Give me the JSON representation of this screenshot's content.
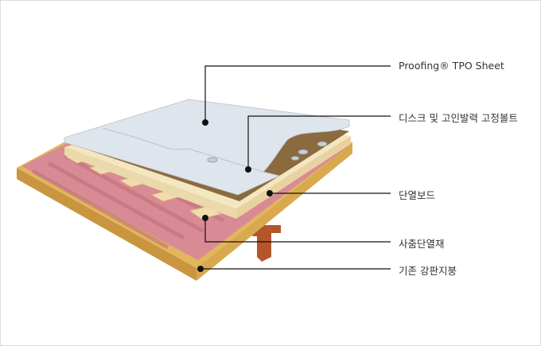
{
  "labels": {
    "tpo_sheet": "Proofing® TPO Sheet",
    "disc_bolt": "디스크 및 고인발력 고정볼트",
    "insulation_board": "단열보드",
    "filler_insulation": "사춤단열재",
    "existing_roof": "기존 강판지붕"
  },
  "colors": {
    "steel_base": "#d9a94f",
    "steel_pink": "#d98b95",
    "wood_batten": "#f1dcae",
    "insulation": "#f4e6c0",
    "adhesive": "#8b6a3e",
    "tpo": "#dfe5ec",
    "purlin": "#b5562a",
    "leader": "#111111"
  }
}
